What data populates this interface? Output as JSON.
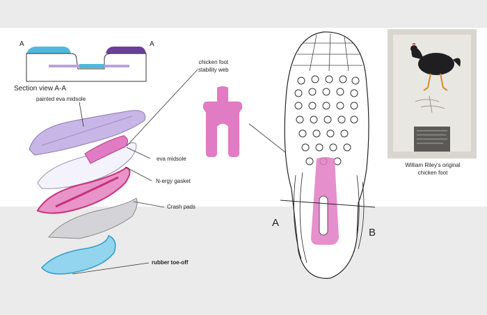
{
  "section": {
    "title": "Section view A-A",
    "left_marker": "A",
    "right_marker": "A"
  },
  "labels": {
    "chicken_web": [
      "chicken foot",
      "stability web"
    ],
    "painted_eva": "painted eva midsole",
    "eva_midsole": "eva midsole",
    "nergy_gasket": "N-ergy gasket",
    "crash_pads": "Crash pads",
    "rubber_toe": "rubber toe-off"
  },
  "sole": {
    "marker_a": "A",
    "marker_b": "B"
  },
  "photo_caption": [
    "William Riley's original",
    "chicken foot"
  ],
  "colors": {
    "cyan": "#4fb8dd",
    "purple": "#6a3f9a",
    "pink": "#e07bc4",
    "magenta": "#c8317c",
    "lilac": "#b8a3d8"
  }
}
